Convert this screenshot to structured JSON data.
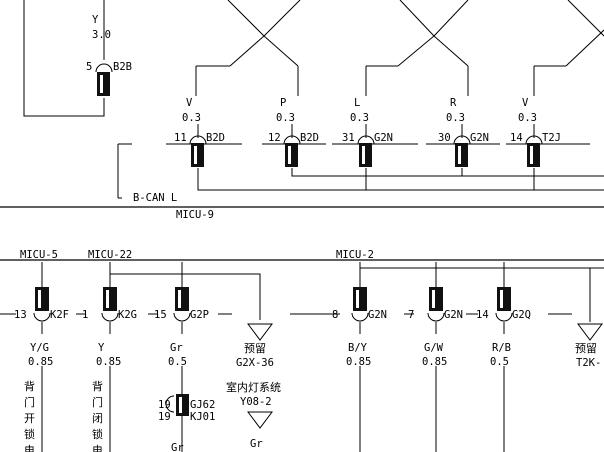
{
  "top_left": {
    "wire_color": "Y",
    "wire_size": "3.0",
    "pin": "5",
    "connector": "B2B"
  },
  "top_connectors": [
    {
      "pin": "11",
      "connector": "B2D",
      "wire_color": "V",
      "wire_size": "0.3"
    },
    {
      "pin": "12",
      "connector": "B2D",
      "wire_color": "P",
      "wire_size": "0.3"
    },
    {
      "pin": "31",
      "connector": "G2N",
      "wire_color": "L",
      "wire_size": "0.3"
    },
    {
      "pin": "30",
      "connector": "G2N",
      "wire_color": "R",
      "wire_size": "0.3"
    },
    {
      "pin": "14",
      "connector": "T2J",
      "wire_color": "V",
      "wire_size": "0.3"
    }
  ],
  "bus_label": "B-CAN L",
  "module_labels": {
    "top": "MICU-9",
    "m5": "MICU-5",
    "m22": "MICU-22",
    "m2": "MICU-2"
  },
  "bottom_connectors": [
    {
      "pin": "13",
      "connector": "K2F",
      "wire_color": "Y/G",
      "wire_size": "0.85",
      "func": [
        "背",
        "门",
        "开",
        "锁",
        "电"
      ]
    },
    {
      "pin": "1",
      "connector": "K2G",
      "wire_color": "Y",
      "wire_size": "0.85",
      "func": [
        "背",
        "门",
        "闭",
        "锁",
        "电"
      ]
    },
    {
      "pin": "15",
      "connector": "G2P",
      "wire_color": "Gr",
      "wire_size": "0.5"
    },
    {
      "pin": "8",
      "connector": "G2N",
      "wire_color": "B/Y",
      "wire_size": "0.85"
    },
    {
      "pin": "7",
      "connector": "G2N",
      "wire_color": "G/W",
      "wire_size": "0.85"
    },
    {
      "pin": "14",
      "connector": "G2Q",
      "wire_color": "R/B",
      "wire_size": "0.5"
    }
  ],
  "reserve_1": {
    "label": "预留",
    "code": "G2X-36"
  },
  "reserve_2": {
    "label": "预留",
    "code": "T2K-"
  },
  "interior_light": {
    "title": "室内灯系统",
    "code": "Y08-2",
    "wire": "Gr",
    "pin_a": "19",
    "conn_a": "GJ62",
    "pin_b": "19",
    "conn_b": "KJ01",
    "wire_below": "Gr"
  }
}
